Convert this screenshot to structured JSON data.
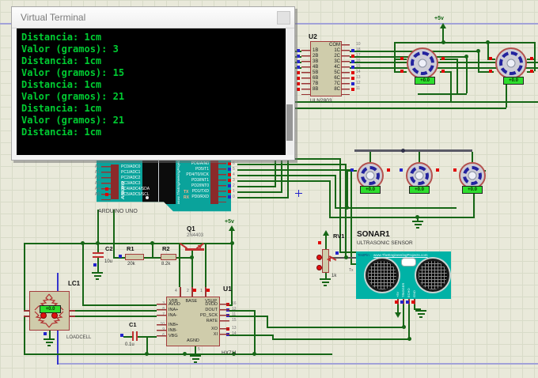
{
  "app": {
    "title": "Virtual Terminal"
  },
  "terminal": {
    "lines": [
      "Distancia: 1cm",
      "Valor (gramos): 3",
      "Distancia: 1cm",
      "Valor (gramos): 15",
      "Distancia: 1cm",
      "Valor (gramos): 21",
      "Distancia: 1cm",
      "Valor (gramos): 21",
      "Distancia: 1cm"
    ]
  },
  "power": {
    "plus5v": "+5v"
  },
  "u2": {
    "ref": "U2",
    "part": "ULN2803",
    "left_names": [
      "1B",
      "2B",
      "3B",
      "4B",
      "5B",
      "6B",
      "7B",
      "8B"
    ],
    "left_nums": [
      "1",
      "2",
      "3",
      "4",
      "5",
      "6",
      "7",
      "8"
    ],
    "right_names": [
      "COM",
      "1C",
      "2C",
      "3C",
      "4C",
      "5C",
      "6C",
      "7C",
      "8C"
    ],
    "right_nums": [
      "10",
      "18",
      "17",
      "16",
      "15",
      "14",
      "13",
      "12",
      "11"
    ]
  },
  "arduino": {
    "label": "ARDUINO UNO",
    "side_brand": "Arduino",
    "brand": "www.TheEngineeringProjects.com",
    "left_outer": [
      "A0",
      "A1",
      "A2",
      "A3",
      "A4",
      "A5"
    ],
    "left_names": [
      "PC0/ADC0",
      "PC1/ADC1",
      "PC2/ADC2",
      "PC3/ADC3",
      "PC4/ADC4/SDA",
      "PC5/ADC5/SCL"
    ],
    "right_names": [
      "PD7/AIN1",
      "PD6/AIN0",
      "PD5/T1",
      "PD4/T0/XCK",
      "PD3/INT1",
      "PD2/INT0",
      "PD1/TXD",
      "PD0/RXD"
    ],
    "right_nums": [
      "7",
      "6",
      "5",
      "4",
      "3",
      "2",
      "1",
      "0"
    ],
    "tx": "TX",
    "rx": "RX"
  },
  "q1": {
    "ref": "Q1",
    "part": "2N4403"
  },
  "r1": {
    "ref": "R1",
    "value": "20k"
  },
  "r2": {
    "ref": "R2",
    "value": "8.2k"
  },
  "c1": {
    "ref": "C1",
    "value": "0.1u"
  },
  "c2": {
    "ref": "C2",
    "value": "10u"
  },
  "u1": {
    "ref": "U1",
    "part": "HX711",
    "top_names": [
      "VFB",
      "BASE",
      "VSUP"
    ],
    "top_nums": [
      "4",
      "2",
      "1"
    ],
    "left_names_a": [
      "AVDD",
      "INA+",
      "INA-"
    ],
    "left_nums_a": [
      "3",
      "8",
      "7"
    ],
    "left_names_b": [
      "INB+",
      "INB-",
      "VBG"
    ],
    "left_nums_b": [
      "10",
      "9",
      "6"
    ],
    "right_names_a": [
      "DVDD",
      "DOUT",
      "PD_SCK",
      "RATE"
    ],
    "right_nums_a": [
      "16",
      "12",
      "11",
      "15"
    ],
    "right_names_b": [
      "XO",
      "XI"
    ],
    "right_nums_b": [
      "13",
      "14"
    ],
    "bottom_name": "AGND",
    "bottom_num": "5"
  },
  "lc1": {
    "ref": "LC1",
    "part": "LOADCELL",
    "display": "+0.0"
  },
  "rv1": {
    "ref": "RV1",
    "value": "1k",
    "probe": "Tx"
  },
  "sonar": {
    "ref": "SONAR1",
    "subtitle": "ULTRASONIC SENSOR",
    "tag": "TestPin",
    "brand": "www.TheEngineeringProjects.com",
    "pins": [
      "+5V",
      "TRIGGER",
      "ECHO",
      "GND"
    ]
  },
  "motors": {
    "display": "+0.0"
  }
}
